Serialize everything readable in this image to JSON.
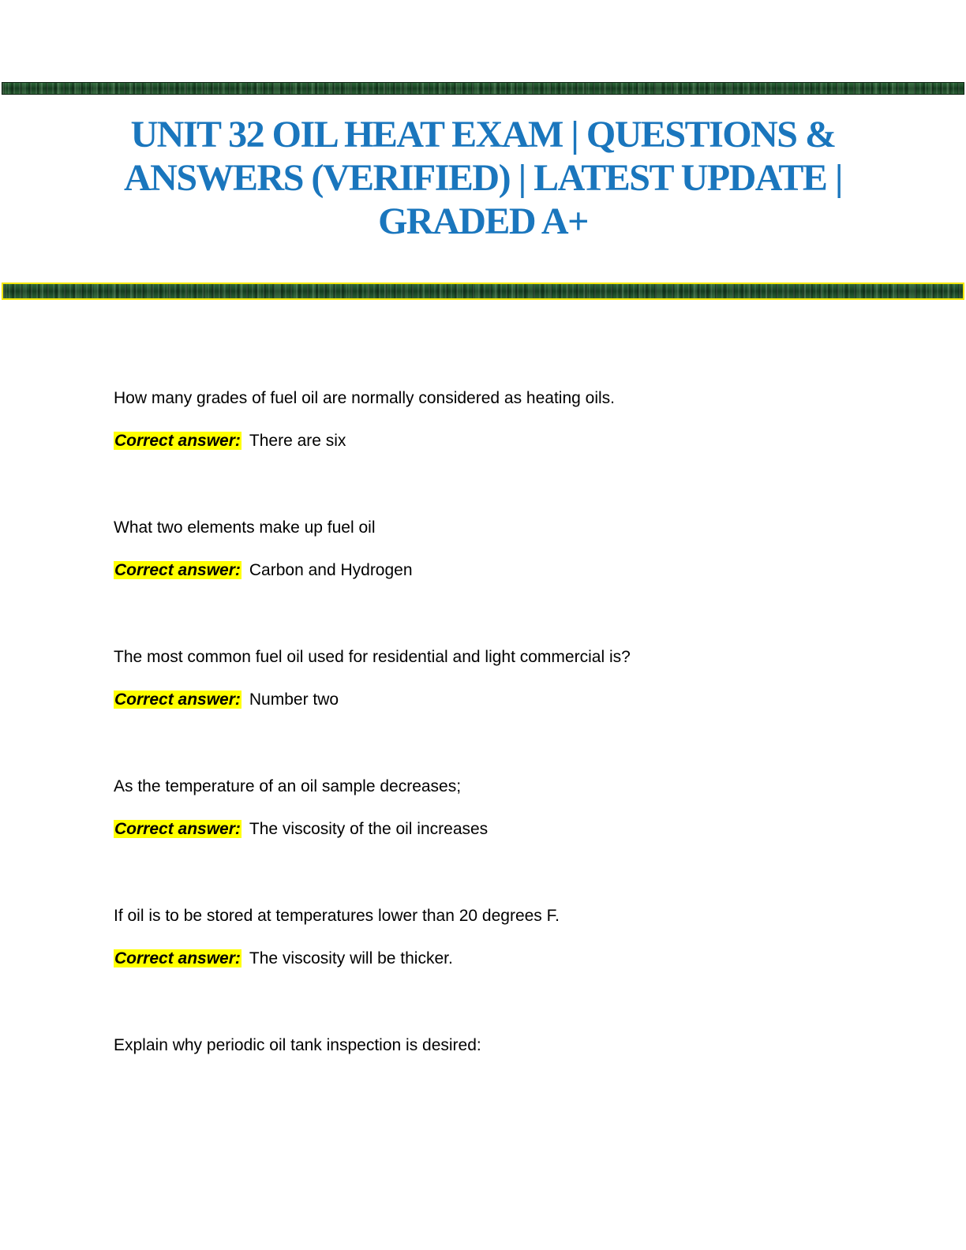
{
  "header": {
    "title": "UNIT 32 OIL HEAT EXAM | QUESTIONS & ANSWERS (VERIFIED) | LATEST UPDATE | GRADED A+"
  },
  "answer_label": "Correct answer:",
  "qa": [
    {
      "question": "How many grades of fuel oil are normally considered as heating oils.",
      "answer": "There are six"
    },
    {
      "question": "What two elements make up fuel oil",
      "answer": "Carbon and Hydrogen"
    },
    {
      "question": "The most common fuel oil used for residential and light commercial is?",
      "answer": "Number two"
    },
    {
      "question": "As the temperature of an oil sample decreases;",
      "answer": "The viscosity of the oil increases"
    },
    {
      "question": "If oil is to be stored at temperatures lower than 20 degrees F.",
      "answer": "The viscosity will be thicker."
    },
    {
      "question": "Explain why periodic oil tank inspection is desired:",
      "answer": ""
    }
  ]
}
